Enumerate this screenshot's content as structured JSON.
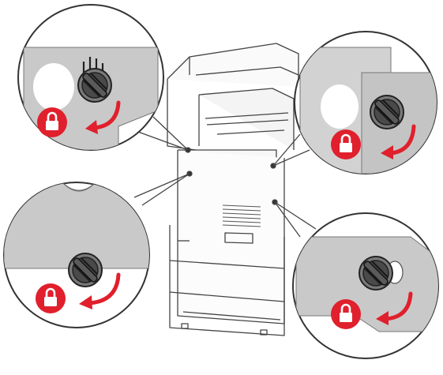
{
  "diagram": {
    "subject": "printer-finisher-attachment-screws",
    "callouts": [
      {
        "id": "top-left",
        "icon": "lock-icon",
        "action": "rotate-clockwise-arrow-icon",
        "part": "thumbscrew-icon"
      },
      {
        "id": "top-right",
        "icon": "lock-icon",
        "action": "rotate-clockwise-arrow-icon",
        "part": "thumbscrew-icon"
      },
      {
        "id": "bottom-left",
        "icon": "lock-icon",
        "action": "rotate-clockwise-arrow-icon",
        "part": "thumbscrew-icon"
      },
      {
        "id": "bottom-right",
        "icon": "lock-icon",
        "action": "rotate-clockwise-arrow-icon",
        "part": "thumbscrew-icon"
      }
    ]
  },
  "colors": {
    "accent_red": "#e0202c",
    "panel_gray": "#c9c9c9",
    "line": "#333333",
    "screw_dark": "#3a3a3a",
    "background": "#ffffff"
  }
}
